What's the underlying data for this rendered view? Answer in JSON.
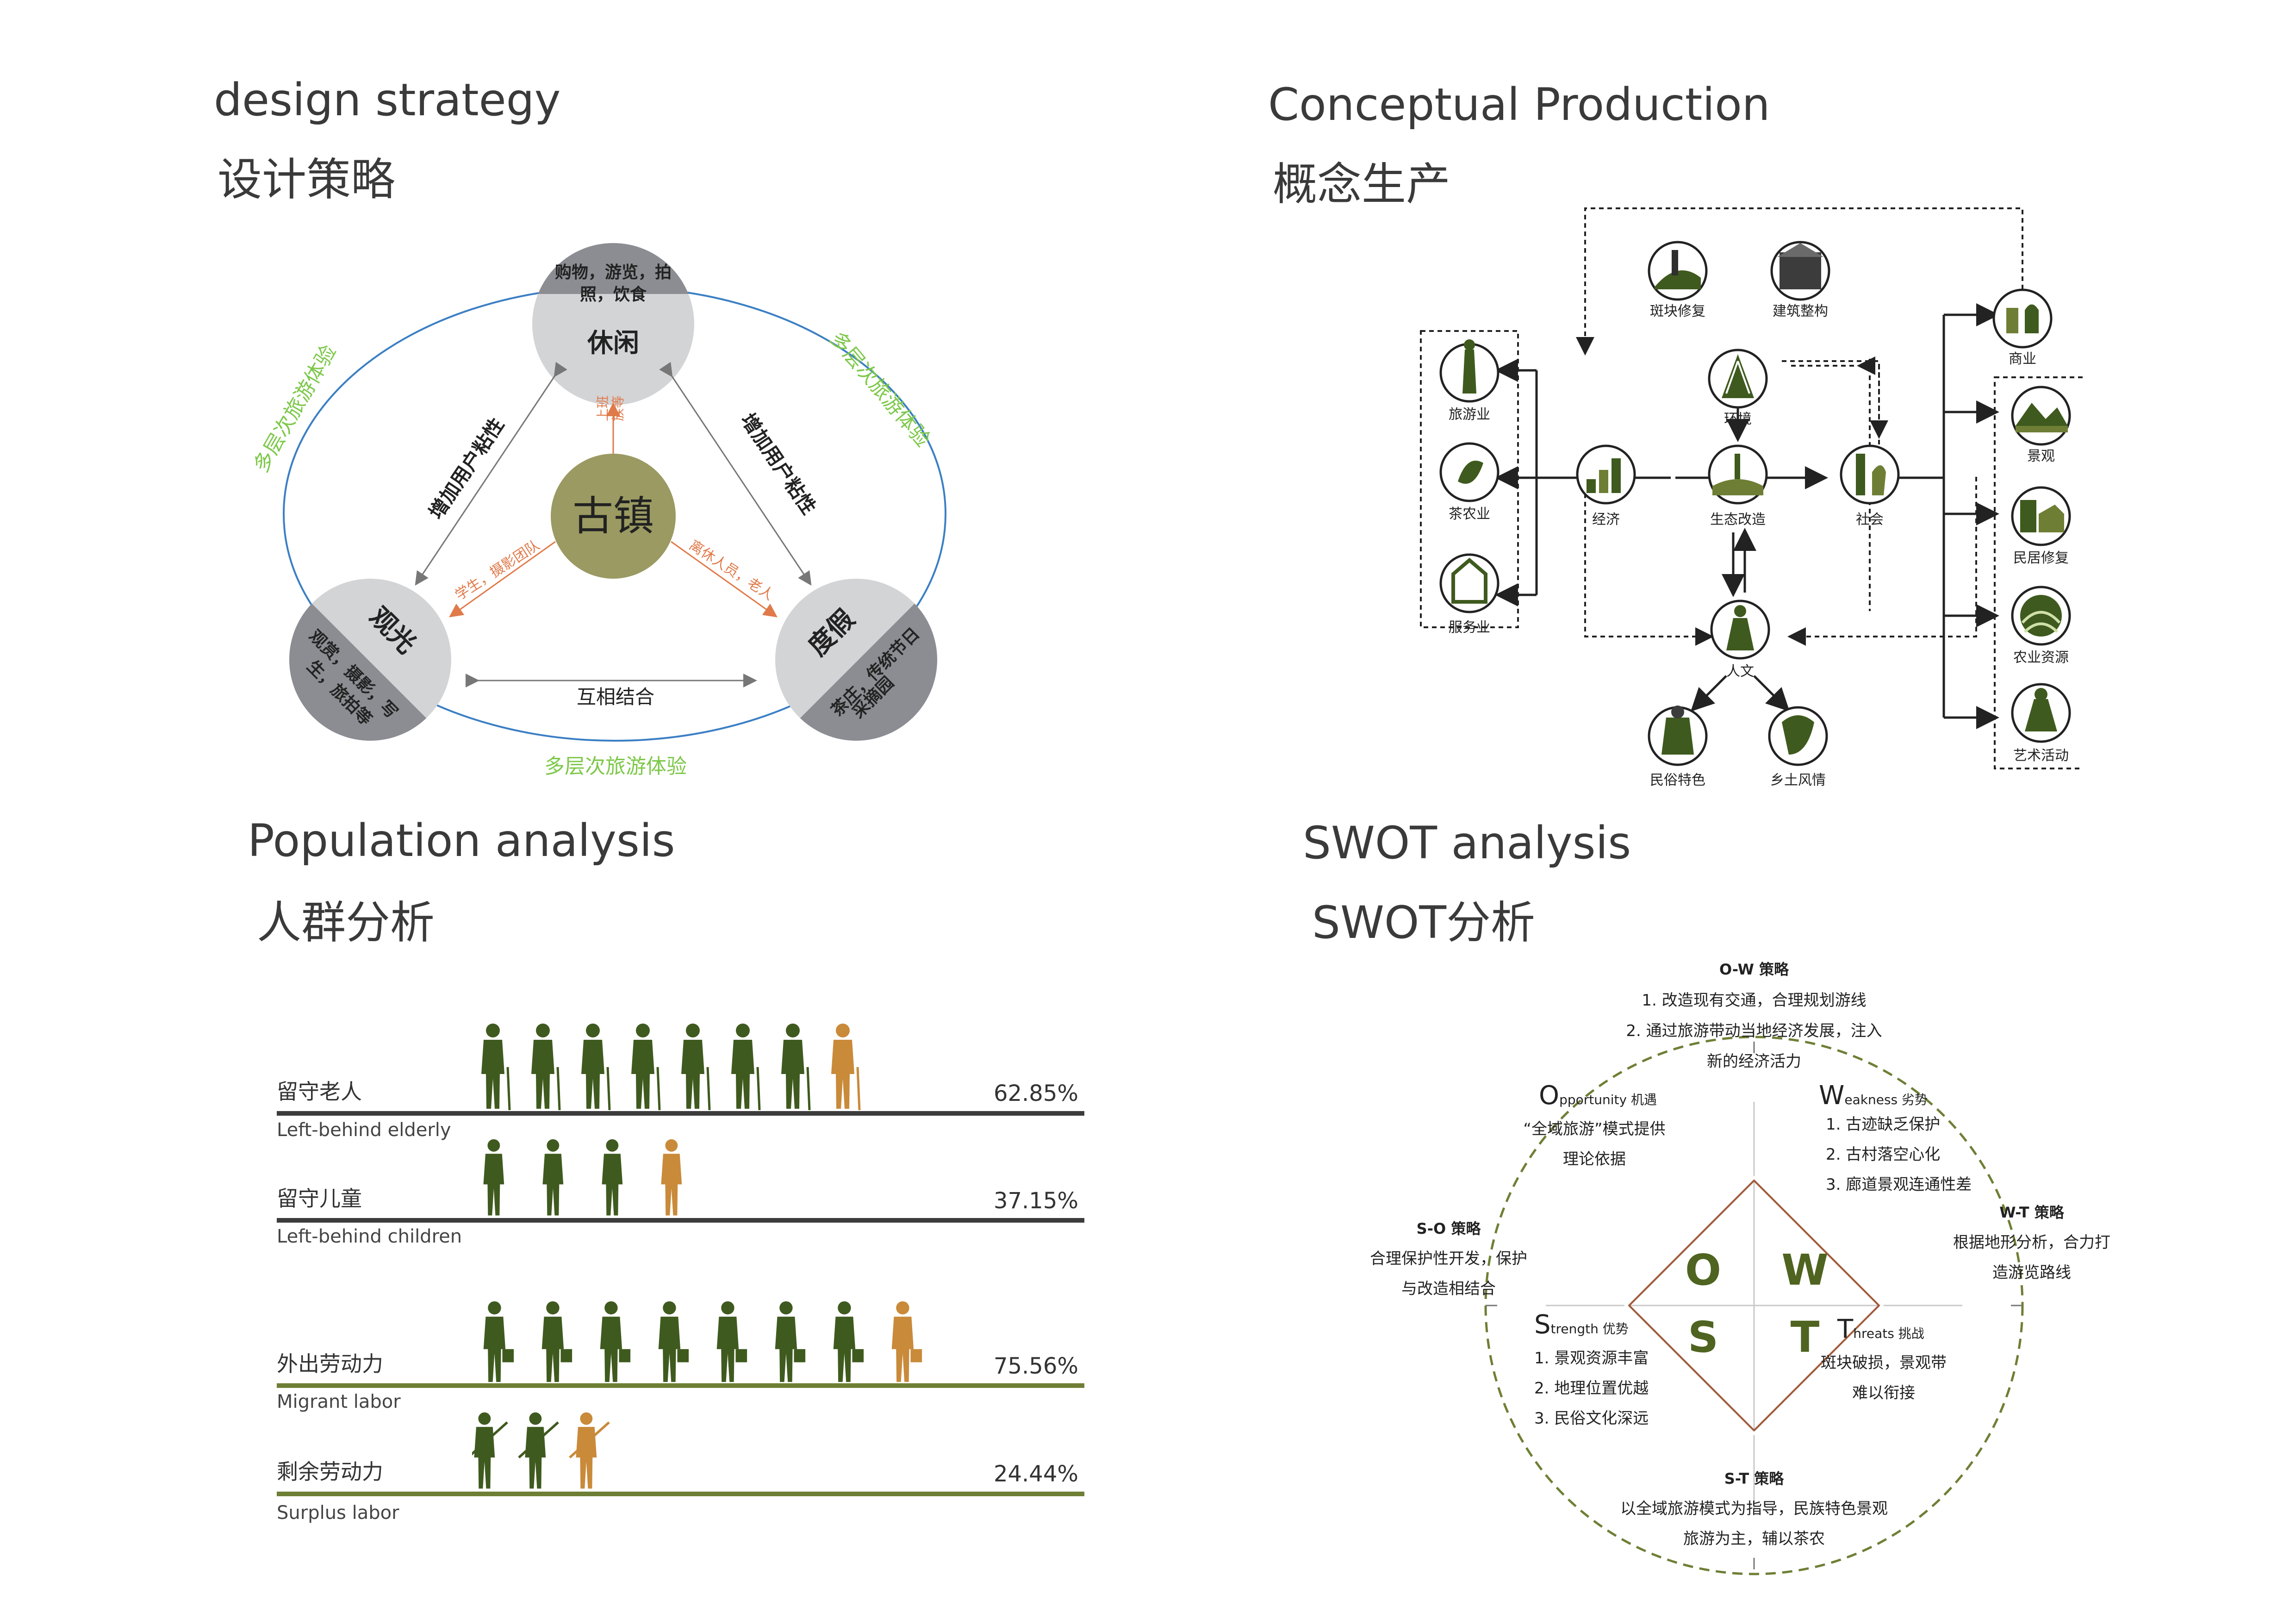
{
  "sections": {
    "design": {
      "en": "design strategy",
      "cn": "设计策略"
    },
    "concept": {
      "en": "Conceptual Production",
      "cn": "概念生产"
    },
    "population": {
      "en": "Population analysis",
      "cn": "人群分析"
    },
    "swot": {
      "en": "SWOT analysis",
      "cn": "SWOT分析"
    }
  },
  "design_diagram": {
    "center": "古镇",
    "top": {
      "title": "休闲",
      "sub1": "购物，游览，拍",
      "sub2": "照，饮食"
    },
    "left": {
      "title": "观光",
      "sub1": "观赏，摄影，写",
      "sub2": "生，旅拍等"
    },
    "right": {
      "title": "度假",
      "sub1": "茶庄，传统节日",
      "sub2": "采摘园"
    },
    "ring_label": "多层次旅游体验",
    "arrow_left": "增加用户粘性",
    "arrow_right": "增加用户粘性",
    "arrow_bottom": "互相结合",
    "spoke_top_1": "上班",
    "spoke_top_2": "族等",
    "spoke_left": "学生，摄影团队",
    "spoke_right": "离休人员，老人"
  },
  "concept_diagram": {
    "nodes": {
      "patch": "斑块修复",
      "building": "建筑整构",
      "env": "环境",
      "commerce": "商业",
      "tourism": "旅游业",
      "tea": "茶农业",
      "service": "服务业",
      "economy": "经济",
      "eco": "生态改造",
      "society": "社会",
      "landscape": "景观",
      "house": "民居修复",
      "agri": "农业资源",
      "art": "艺术活动",
      "culture": "人文",
      "folk": "民俗特色",
      "rural": "乡土风情"
    }
  },
  "population": {
    "rows": [
      {
        "cn": "留守老人",
        "en": "Left-behind elderly",
        "pct": "62.85%"
      },
      {
        "cn": "留守儿童",
        "en": "Left-behind children",
        "pct": "37.15%"
      },
      {
        "cn": "外出劳动力",
        "en": "Migrant labor",
        "pct": "75.56%"
      },
      {
        "cn": "剩余劳动力",
        "en": "Surplus labor",
        "pct": "24.44%"
      }
    ]
  },
  "swot": {
    "letters": {
      "o": "O",
      "w": "W",
      "s": "S",
      "t": "T"
    },
    "ow": {
      "title": "O-W 策略",
      "l1": "1. 改造现有交通，合理规划游线",
      "l2": "2. 通过旅游带动当地经济发展，注入",
      "l3": "新的经济活力"
    },
    "opp": {
      "cap": "O",
      "rest": "pportunity 机遇",
      "l1": "“全域旅游”模式提供",
      "l2": "理论依据"
    },
    "weak": {
      "cap": "W",
      "rest": "eakness 劣势",
      "l1": "1. 古迹缺乏保护",
      "l2": "2. 古村落空心化",
      "l3": "3. 廊道景观连通性差"
    },
    "wt": {
      "title": "W-T 策略",
      "l1": "根据地形分析，合力打",
      "l2": "造游览路线"
    },
    "so": {
      "title": "S-O 策略",
      "l1": "合理保护性开发，保护",
      "l2": "与改造相结合"
    },
    "str": {
      "cap": "S",
      "rest": "trength 优势",
      "l1": "1. 景观资源丰富",
      "l2": "2. 地理位置优越",
      "l3": "3. 民俗文化深远"
    },
    "thr": {
      "cap": "T",
      "rest": "hreats 挑战",
      "l1": "斑块破损，景观带",
      "l2": "难以衔接"
    },
    "st": {
      "title": "S-T 策略",
      "l1": "以全域旅游模式为指导，民族特色景观",
      "l2": "旅游为主，辅以茶农"
    }
  },
  "colors": {
    "green": "#6e7f35",
    "dark_green": "#3f5a1e",
    "orange": "#c98a3a",
    "blue": "#3b7fc4",
    "light_green": "#7dc84a"
  }
}
